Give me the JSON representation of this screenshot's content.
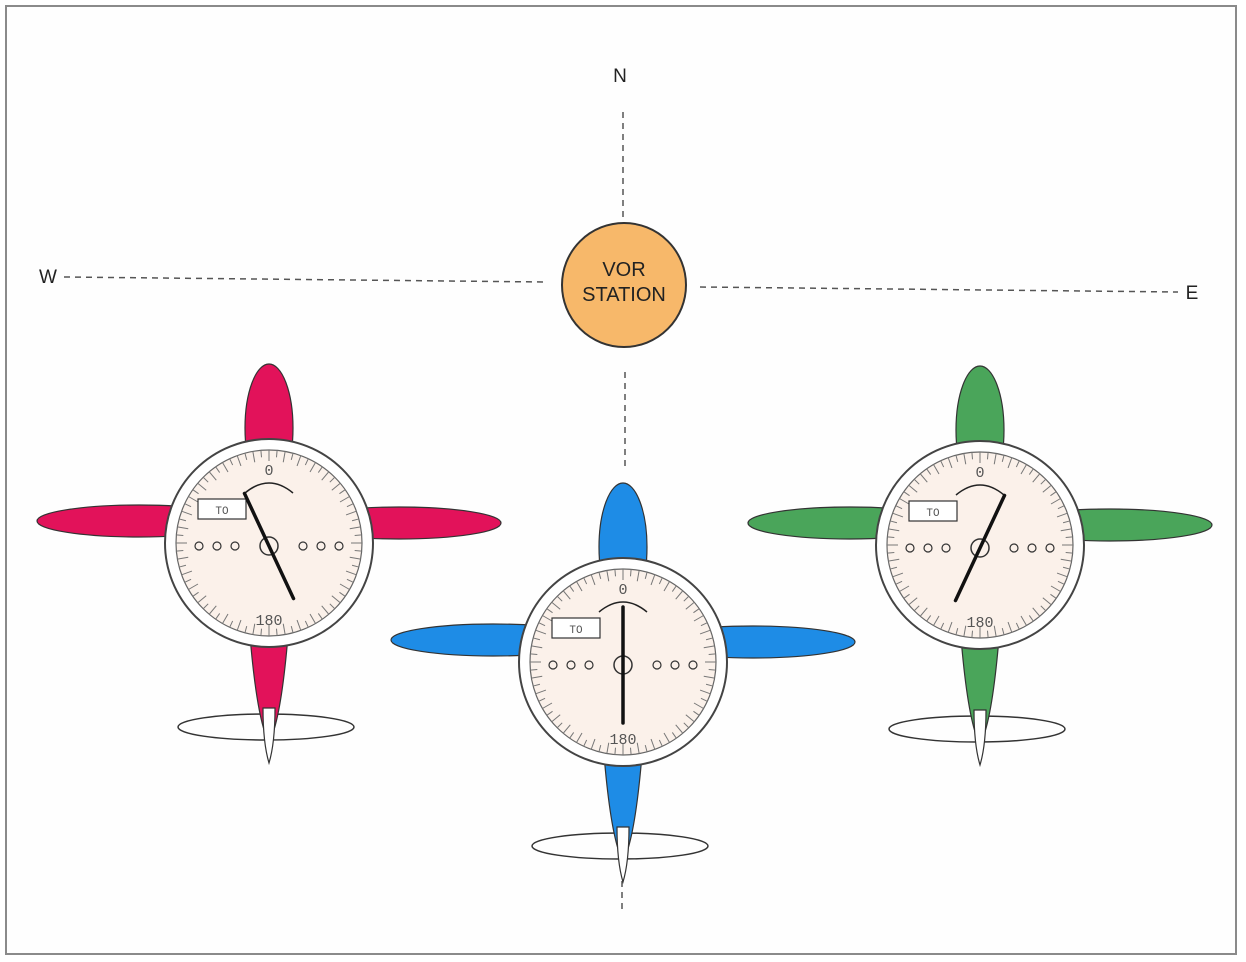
{
  "compass": {
    "north": "N",
    "west": "W",
    "east": "E"
  },
  "station": {
    "line1": "VOR",
    "line2": "STATION",
    "fill": "#f7b86a",
    "stroke": "#333333"
  },
  "aircraft": [
    {
      "id": "red",
      "body_color": "#e2125a",
      "to_label": "TO",
      "top_mark": "0",
      "bottom_mark": "180",
      "needle_deflection_deg": -25
    },
    {
      "id": "blue",
      "body_color": "#1e8ce6",
      "to_label": "TO",
      "top_mark": "0",
      "bottom_mark": "180",
      "needle_deflection_deg": 0
    },
    {
      "id": "green",
      "body_color": "#4aa55a",
      "to_label": "TO",
      "top_mark": "0",
      "bottom_mark": "180",
      "needle_deflection_deg": 25
    }
  ],
  "colors": {
    "dial_face": "#fbf1ea",
    "dial_rim": "#444444",
    "needle": "#111111"
  }
}
